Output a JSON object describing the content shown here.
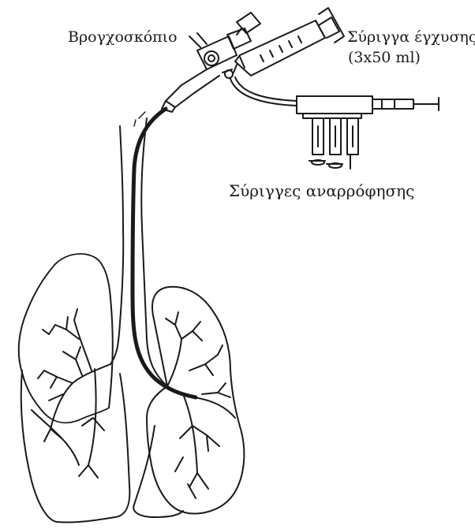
{
  "labels": {
    "bronchoscope": "Βρογχοσκόπιο",
    "infusion_syringe": "Σύριγγα έγχυσης",
    "infusion_volume": "(3x50 ml)",
    "aspiration_syringes": "Σύριγγες αναρρόφησης"
  },
  "colors": {
    "ink": "#1a1a1a",
    "background": "#ffffff"
  }
}
